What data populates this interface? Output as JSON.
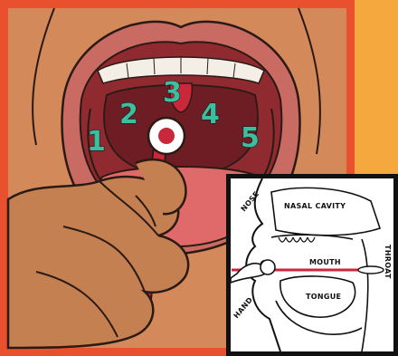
{
  "zones": {
    "z1": "1",
    "z2": "2",
    "z3": "3",
    "z4": "4",
    "z5": "5"
  },
  "inset_labels": {
    "nose": "NOSE",
    "nasal_cavity": "NASAL CAVITY",
    "mouth": "MOUTH",
    "throat": "THROAT",
    "tongue": "TONGUE",
    "hand": "HAND"
  },
  "colors": {
    "background": "#f4a83d",
    "frame": "#e8502e",
    "skin": "#d4895a",
    "throat": "#6e1d24",
    "swab": "#c8283a",
    "zone_numbers": "#3bbf9f"
  }
}
